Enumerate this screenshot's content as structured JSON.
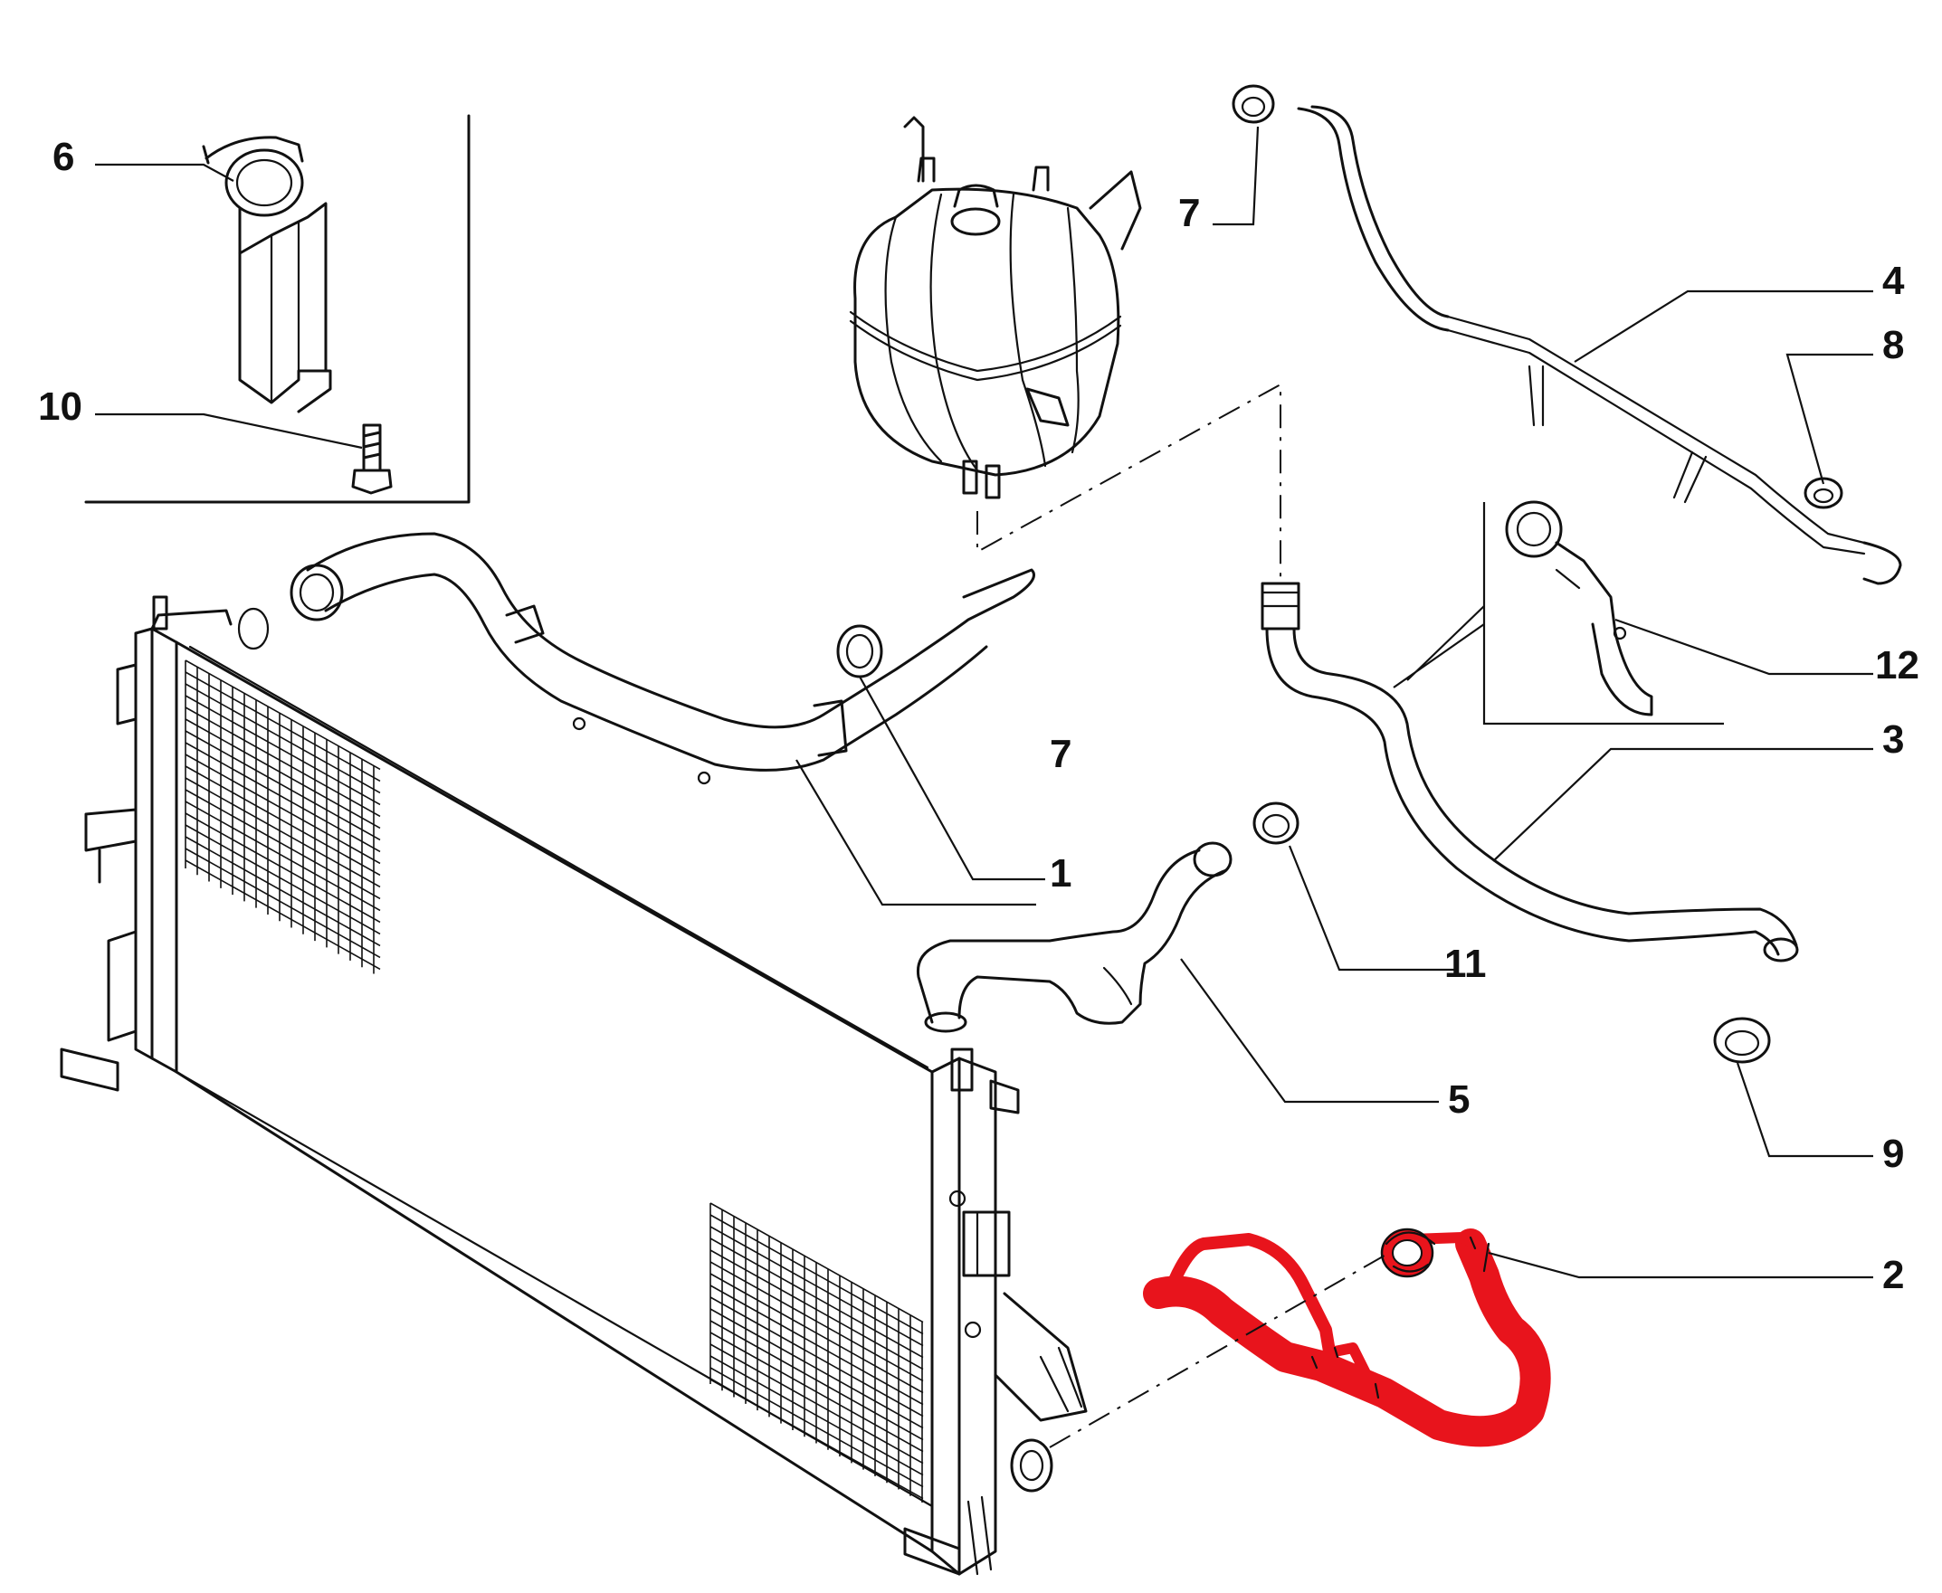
{
  "diagram": {
    "accent_color": "#e8141c",
    "outline_color": "#111111",
    "callouts": {
      "c1": "1",
      "c2": "2",
      "c3": "3",
      "c4": "4",
      "c5": "5",
      "c6": "6",
      "c7a": "7",
      "c7b": "7",
      "c8": "8",
      "c9": "9",
      "c10": "10",
      "c11": "11",
      "c12": "12"
    },
    "highlighted_part": "2"
  }
}
